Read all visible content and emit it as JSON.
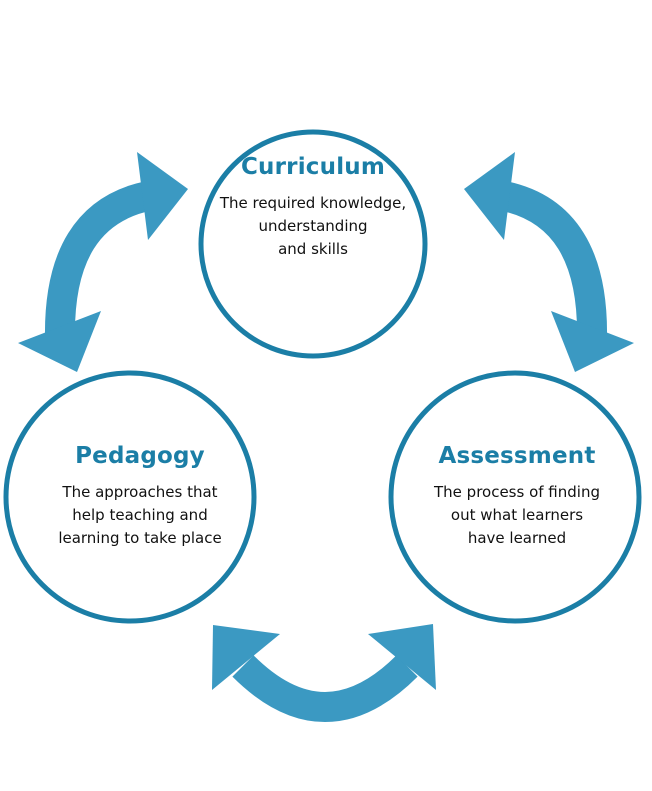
{
  "colors": {
    "circle": "#1b7ea6",
    "arrow": "#3b99c2",
    "title": "#1b7ea6"
  },
  "nodes": {
    "curriculum": {
      "title": "Curriculum",
      "lines": [
        "The required knowledge,",
        "understanding",
        "and skills"
      ]
    },
    "pedagogy": {
      "title": "Pedagogy",
      "lines": [
        "The approaches that",
        "help teaching and",
        "learning to take place"
      ]
    },
    "assessment": {
      "title": "Assessment",
      "lines": [
        "The process of finding",
        "out what learners",
        "have learned"
      ]
    }
  }
}
